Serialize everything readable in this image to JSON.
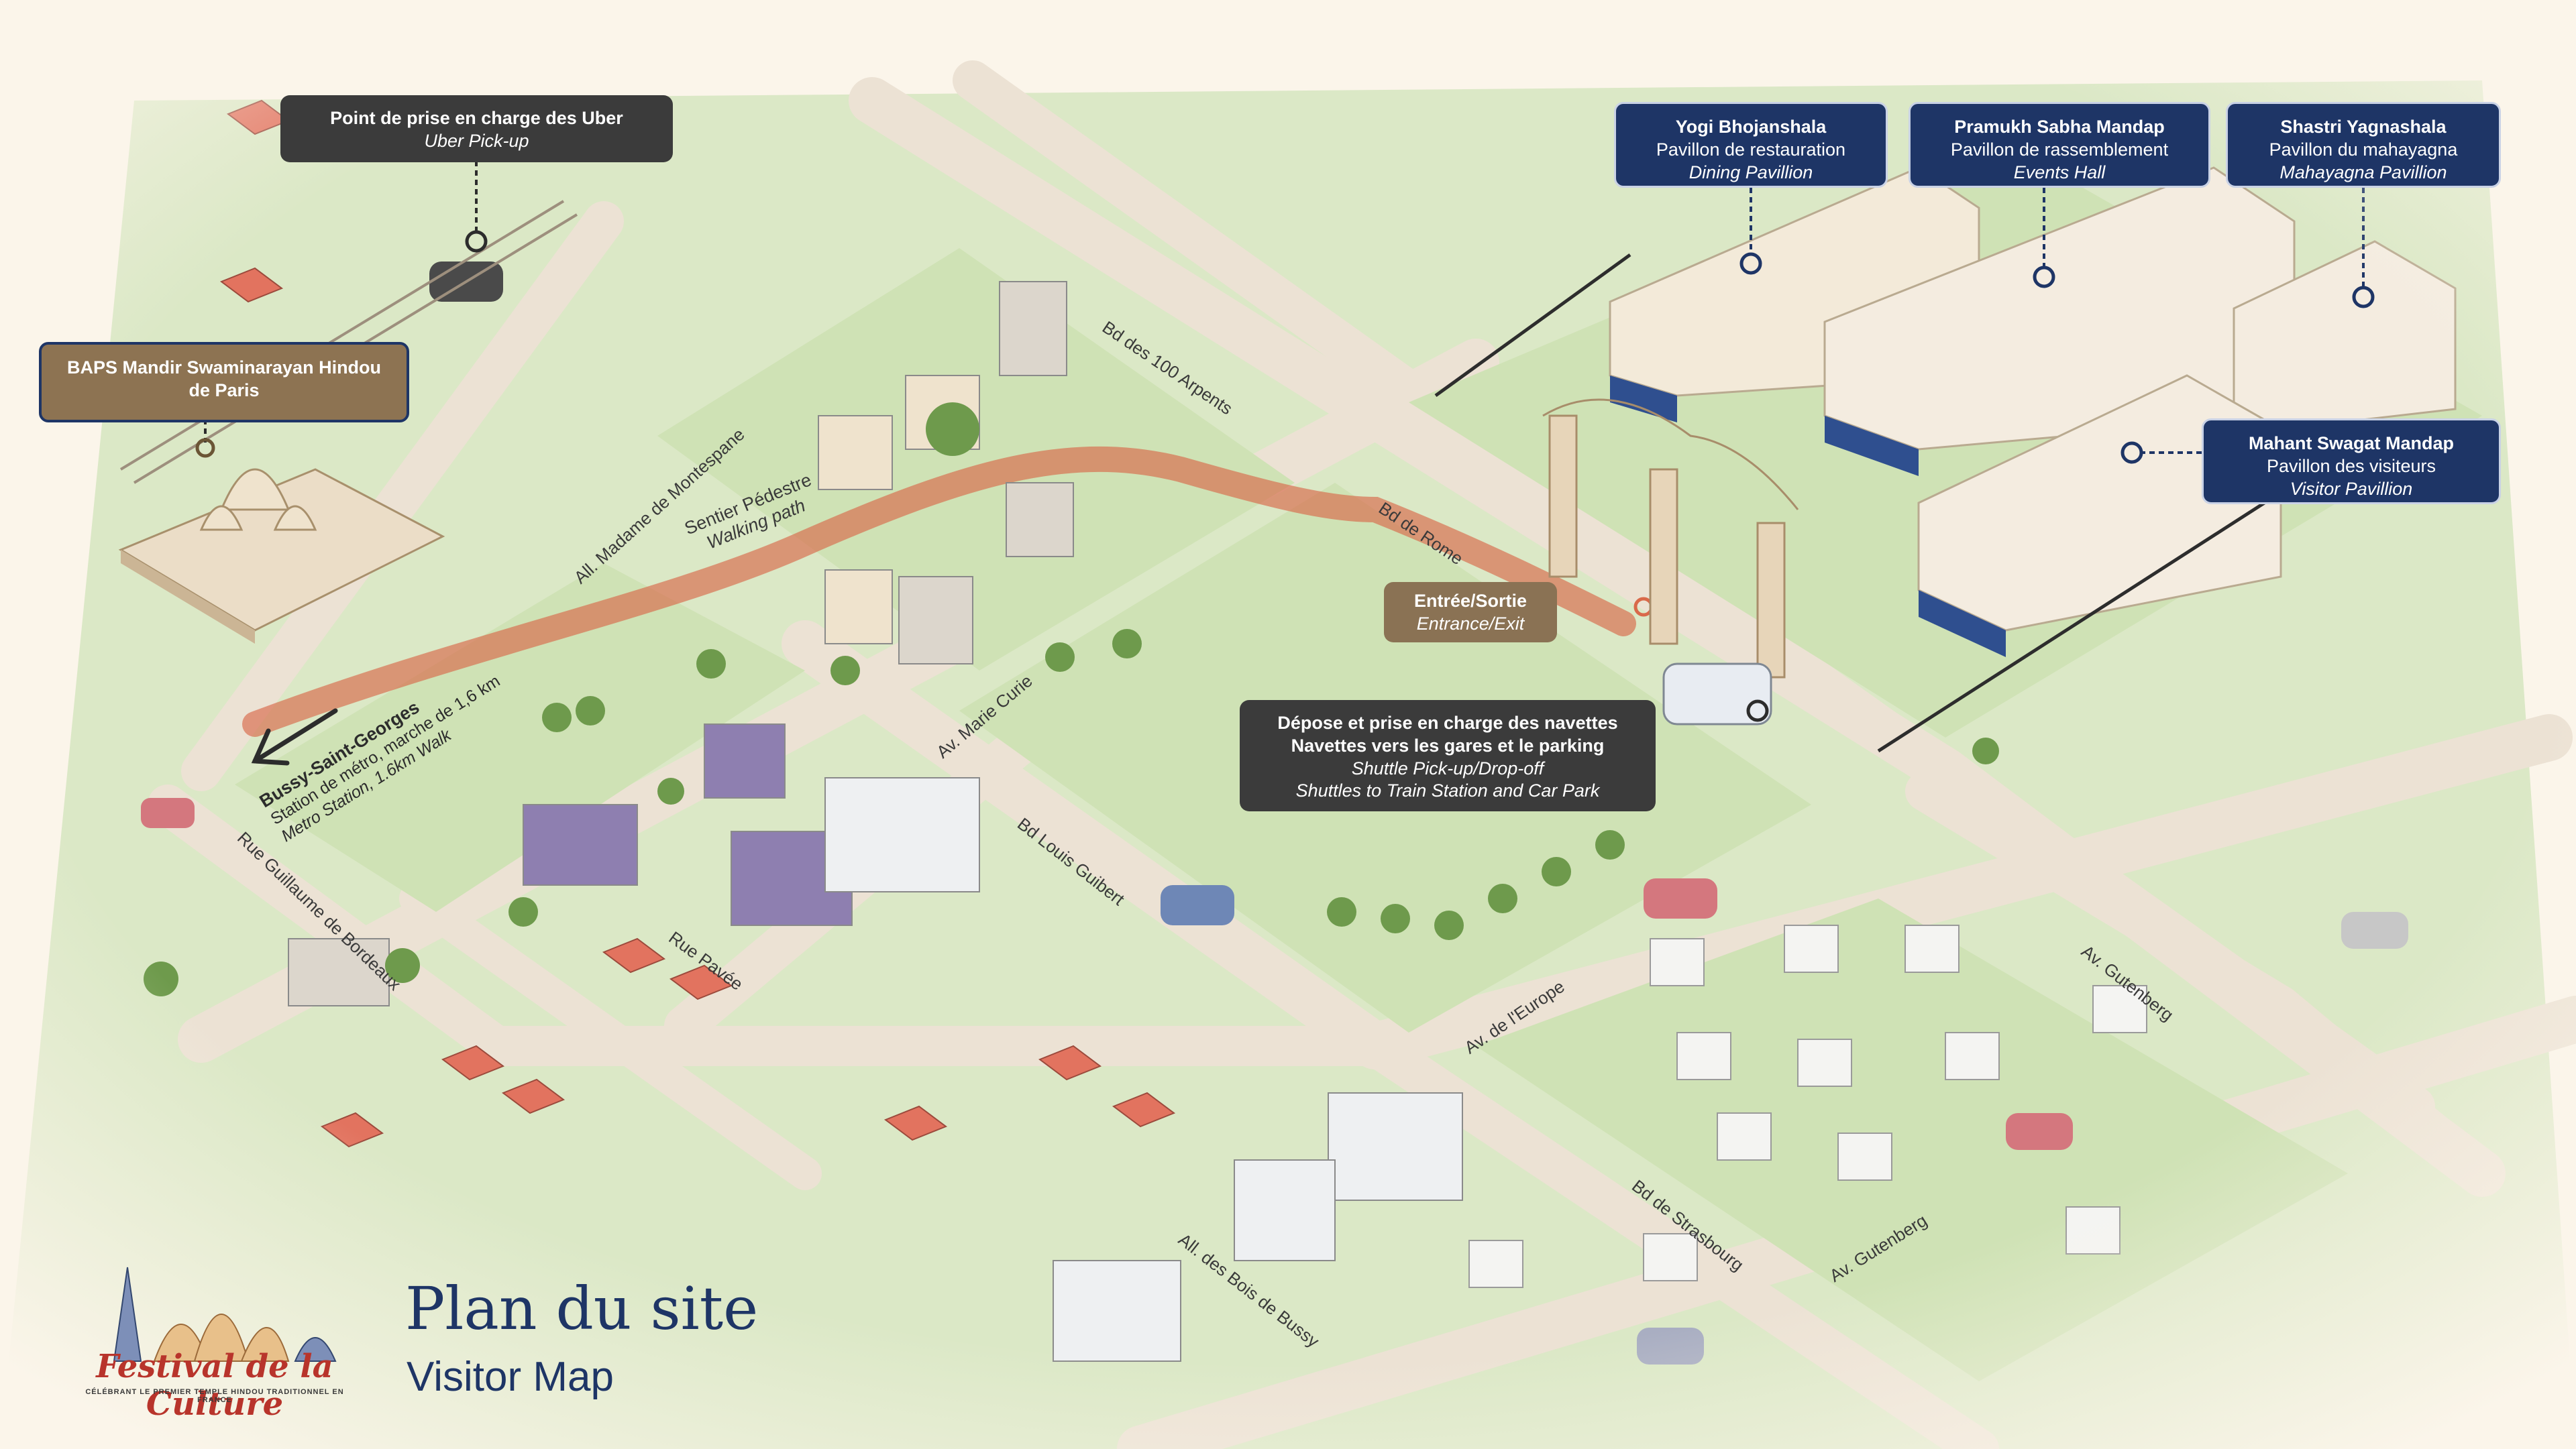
{
  "title": {
    "main": "Plan du site",
    "sub": "Visitor Map"
  },
  "logo": {
    "name": "Festival de la Culture",
    "tagline": "CÉLÉBRANT LE PREMIER TEMPLE HINDOU TRADITIONNEL EN FRANCE"
  },
  "callouts": {
    "uber": {
      "fr": "Point de prise en charge des Uber",
      "en": "Uber Pick-up"
    },
    "mandir": {
      "fr": "BAPS Mandir Swaminarayan Hindou de Paris"
    },
    "dining": {
      "name": "Yogi Bhojanshala",
      "fr": "Pavillon de restauration",
      "en": "Dining Pavillion"
    },
    "events": {
      "name": "Pramukh Sabha Mandap",
      "fr": "Pavillon de rassemblement",
      "en": "Events Hall"
    },
    "yagna": {
      "name": "Shastri Yagnashala",
      "fr": "Pavillon du mahayagna",
      "en": "Mahayagna Pavillion"
    },
    "visitor": {
      "name": "Mahant Swagat Mandap",
      "fr": "Pavillon des visiteurs",
      "en": "Visitor Pavillion"
    },
    "entrance": {
      "fr": "Entrée/Sortie",
      "en": "Entrance/Exit"
    },
    "shuttle": {
      "fr1": "Dépose et prise en charge des navettes",
      "fr2": "Navettes vers les gares et le parking",
      "en1": "Shuttle Pick-up/Drop-off",
      "en2": "Shuttles to Train Station and Car Park"
    },
    "metro": {
      "name": "Bussy-Saint-Georges",
      "fr": "Station de métro, marche de 1,6 km",
      "en": "Metro Station, 1.6km Walk"
    },
    "walk": {
      "fr": "Sentier Pédestre",
      "en": "Walking path"
    }
  },
  "roads": {
    "bd100": "Bd des 100 Arpents",
    "montespane": "All. Madame de Montespane",
    "rome": "Bd de Rome",
    "curie": "Av. Marie Curie",
    "guibert": "Bd Louis Guibert",
    "bordeaux": "Rue Guillaume de Bordeaux",
    "pavee": "Rue Pavée",
    "europe": "Av. de l'Europe",
    "gutenberg1": "Av. Gutenberg",
    "strasbourg": "Bd de Strasbourg",
    "gutenberg2": "Av. Gutenberg",
    "bois": "All. des Bois de Bussy"
  },
  "colors": {
    "navy": "#1e3566",
    "path": "#d9694a",
    "grass": "#d7e8c0",
    "road": "#e9dfd2",
    "background": "#fbf5ea"
  }
}
